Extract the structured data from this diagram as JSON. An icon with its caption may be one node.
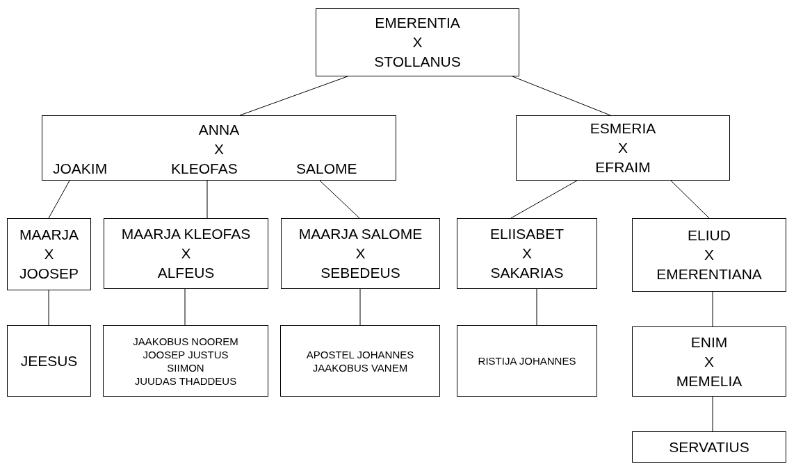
{
  "diagram": {
    "nodes": [
      {
        "text": [
          "EMERENTIA",
          "X",
          "STOLLANUS"
        ]
      },
      {
        "text": [
          "ANNA",
          "X",
          "JOAKIM",
          "KLEOFAS",
          "SALOME"
        ]
      },
      {
        "text": [
          "ESMERIA",
          "X",
          "EFRAIM"
        ]
      },
      {
        "text": [
          "MAARJA",
          "X",
          "JOOSEP"
        ]
      },
      {
        "text": [
          "MAARJA KLEOFAS",
          "X",
          "ALFEUS"
        ]
      },
      {
        "text": [
          "MAARJA SALOME",
          "X",
          "SEBEDEUS"
        ]
      },
      {
        "text": [
          "ELIISABET",
          "X",
          "SAKARIAS"
        ]
      },
      {
        "text": [
          "ELIUD",
          "X",
          "EMERENTIANA"
        ]
      },
      {
        "text": [
          "JEESUS"
        ]
      },
      {
        "text": [
          "JAAKOBUS NOOREM",
          "JOOSEP JUSTUS",
          "SIIMON",
          "JUUDAS THADDEUS"
        ]
      },
      {
        "text": [
          "APOSTEL JOHANNES",
          "JAAKOBUS VANEM"
        ]
      },
      {
        "text": [
          "RISTIJA JOHANNES"
        ]
      },
      {
        "text": [
          "ENIM",
          "X",
          "MEMELIA"
        ]
      },
      {
        "text": [
          "SERVATIUS"
        ]
      }
    ],
    "edges": [
      {
        "from": 0,
        "to": 1,
        "arrow": "none"
      },
      {
        "from": 0,
        "to": 2,
        "arrow": "none"
      },
      {
        "from": 1,
        "to": 3,
        "arrow": "none"
      },
      {
        "from": 1,
        "to": 4,
        "arrow": "none"
      },
      {
        "from": 1,
        "to": 5,
        "arrow": "none"
      },
      {
        "from": 2,
        "to": 6,
        "arrow": "none"
      },
      {
        "from": 2,
        "to": 7,
        "arrow": "none"
      },
      {
        "from": 3,
        "to": 8,
        "arrow": "none"
      },
      {
        "from": 4,
        "to": 9,
        "arrow": "none"
      },
      {
        "from": 5,
        "to": 10,
        "arrow": "none"
      },
      {
        "from": 6,
        "to": 11,
        "arrow": "none"
      },
      {
        "from": 7,
        "to": 12,
        "arrow": "none"
      },
      {
        "from": 12,
        "to": 13,
        "arrow": "none"
      }
    ]
  }
}
